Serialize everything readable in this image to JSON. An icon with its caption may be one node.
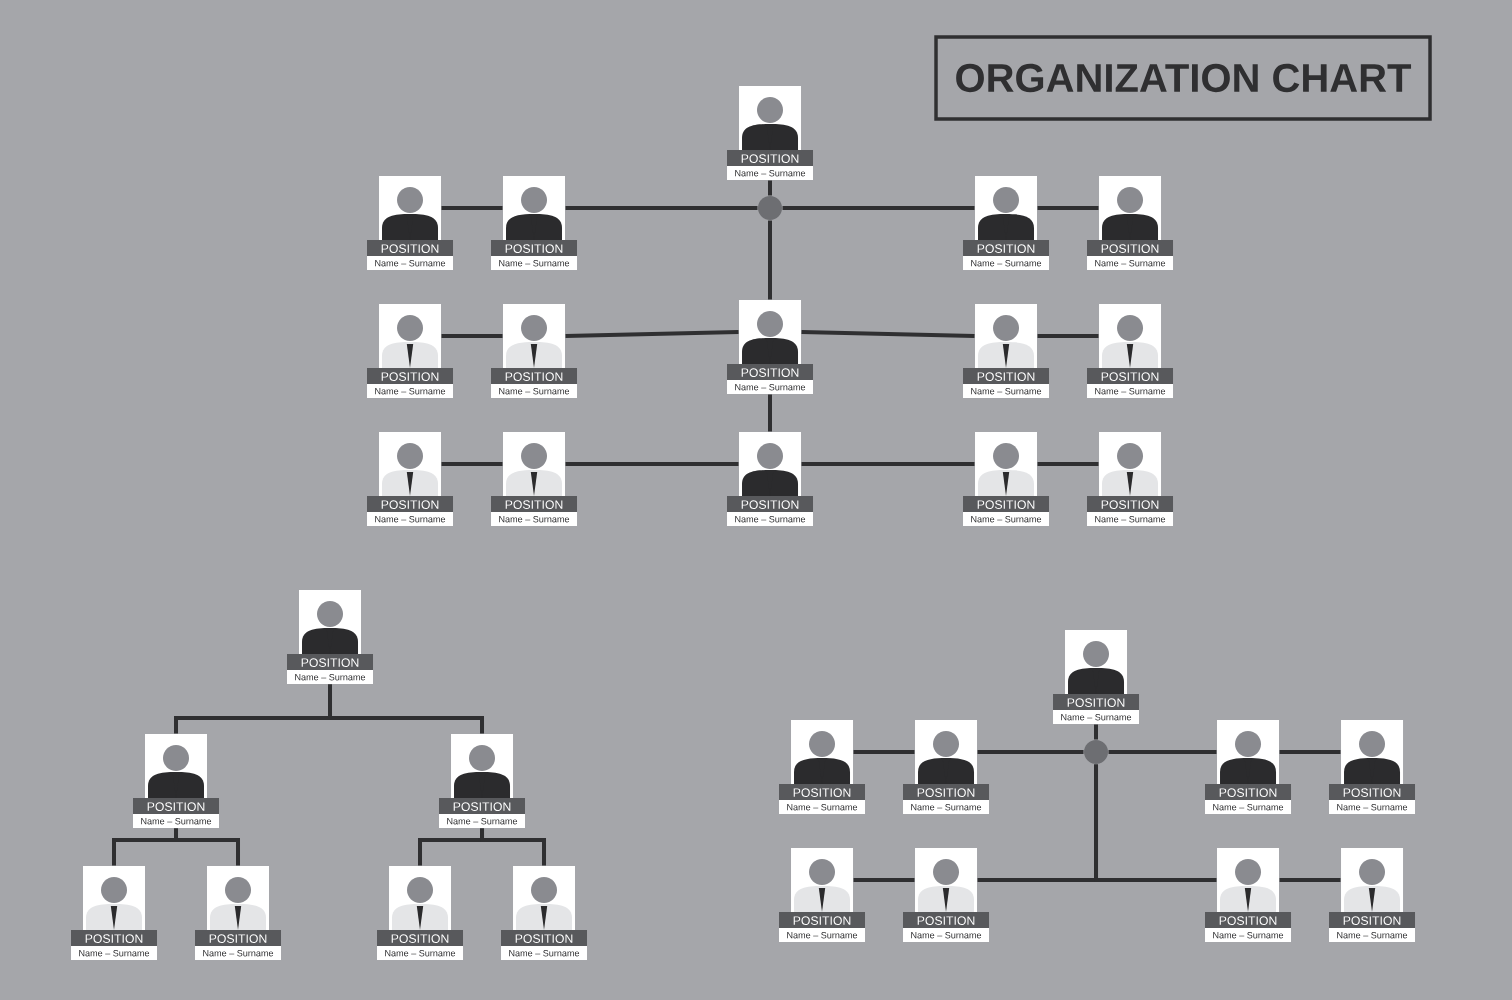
{
  "diagram": {
    "title": "ORGANIZATION CHART",
    "nodes": [
      {
        "text": [
          "POSITION",
          "Name – Surname"
        ]
      },
      {
        "text": [],
        "shape": "circle"
      },
      {
        "text": [
          "POSITION",
          "Name – Surname"
        ]
      },
      {
        "text": [
          "POSITION",
          "Name – Surname"
        ]
      },
      {
        "text": [
          "POSITION",
          "Name – Surname"
        ]
      },
      {
        "text": [
          "POSITION",
          "Name – Surname"
        ]
      },
      {
        "text": [
          "POSITION",
          "Name – Surname"
        ]
      },
      {
        "text": [
          "POSITION",
          "Name – Surname"
        ]
      },
      {
        "text": [
          "POSITION",
          "Name – Surname"
        ]
      },
      {
        "text": [
          "POSITION",
          "Name – Surname"
        ]
      },
      {
        "text": [
          "POSITION",
          "Name – Surname"
        ]
      },
      {
        "text": [
          "POSITION",
          "Name – Surname"
        ]
      },
      {
        "text": [
          "POSITION",
          "Name – Surname"
        ]
      },
      {
        "text": [
          "POSITION",
          "Name – Surname"
        ]
      },
      {
        "text": [
          "POSITION",
          "Name – Surname"
        ]
      },
      {
        "text": [
          "POSITION",
          "Name – Surname"
        ]
      },
      {
        "text": [
          "POSITION",
          "Name – Surname"
        ]
      },
      {
        "text": [
          "POSITION",
          "Name – Surname"
        ]
      },
      {
        "text": [
          "POSITION",
          "Name – Surname"
        ]
      },
      {
        "text": [
          "POSITION",
          "Name – Surname"
        ]
      },
      {
        "text": [
          "POSITION",
          "Name – Surname"
        ]
      },
      {
        "text": [
          "POSITION",
          "Name – Surname"
        ]
      },
      {
        "text": [
          "POSITION",
          "Name – Surname"
        ]
      },
      {
        "text": [
          "POSITION",
          "Name – Surname"
        ]
      },
      {
        "text": [],
        "shape": "circle"
      },
      {
        "text": [
          "POSITION",
          "Name – Surname"
        ]
      },
      {
        "text": [
          "POSITION",
          "Name – Surname"
        ]
      },
      {
        "text": [
          "POSITION",
          "Name – Surname"
        ]
      },
      {
        "text": [
          "POSITION",
          "Name – Surname"
        ]
      },
      {
        "text": [
          "POSITION",
          "Name – Surname"
        ]
      },
      {
        "text": [
          "POSITION",
          "Name – Surname"
        ]
      },
      {
        "text": [
          "POSITION",
          "Name – Surname"
        ]
      },
      {
        "text": [
          "POSITION",
          "Name – Surname"
        ]
      }
    ],
    "edges": [
      {
        "from": 0,
        "to": 1,
        "arrow": "none"
      },
      {
        "from": 2,
        "to": 3,
        "arrow": "none"
      },
      {
        "from": 3,
        "to": 1,
        "arrow": "none"
      },
      {
        "from": 1,
        "to": 4,
        "arrow": "none"
      },
      {
        "from": 4,
        "to": 5,
        "arrow": "none"
      },
      {
        "from": 1,
        "to": 8,
        "arrow": "none"
      },
      {
        "from": 6,
        "to": 7,
        "arrow": "none"
      },
      {
        "from": 7,
        "to": 8,
        "arrow": "none"
      },
      {
        "from": 8,
        "to": 9,
        "arrow": "none"
      },
      {
        "from": 9,
        "to": 10,
        "arrow": "none"
      },
      {
        "from": 8,
        "to": 13,
        "arrow": "none"
      },
      {
        "from": 11,
        "to": 12,
        "arrow": "none"
      },
      {
        "from": 12,
        "to": 13,
        "arrow": "none"
      },
      {
        "from": 13,
        "to": 14,
        "arrow": "none"
      },
      {
        "from": 14,
        "to": 15,
        "arrow": "none"
      },
      {
        "from": 16,
        "to": 17,
        "arrow": "none"
      },
      {
        "from": 16,
        "to": 18,
        "arrow": "none"
      },
      {
        "from": 17,
        "to": 19,
        "arrow": "none"
      },
      {
        "from": 17,
        "to": 20,
        "arrow": "none"
      },
      {
        "from": 18,
        "to": 21,
        "arrow": "none"
      },
      {
        "from": 18,
        "to": 22,
        "arrow": "none"
      },
      {
        "from": 23,
        "to": 24,
        "arrow": "none"
      },
      {
        "from": 25,
        "to": 26,
        "arrow": "none"
      },
      {
        "from": 26,
        "to": 24,
        "arrow": "none"
      },
      {
        "from": 24,
        "to": 27,
        "arrow": "none"
      },
      {
        "from": 27,
        "to": 28,
        "arrow": "none"
      },
      {
        "from": 24,
        "to": 30,
        "arrow": "none"
      },
      {
        "from": 24,
        "to": 31,
        "arrow": "none"
      },
      {
        "from": 29,
        "to": 30,
        "arrow": "none"
      },
      {
        "from": 31,
        "to": 32,
        "arrow": "none"
      }
    ]
  }
}
